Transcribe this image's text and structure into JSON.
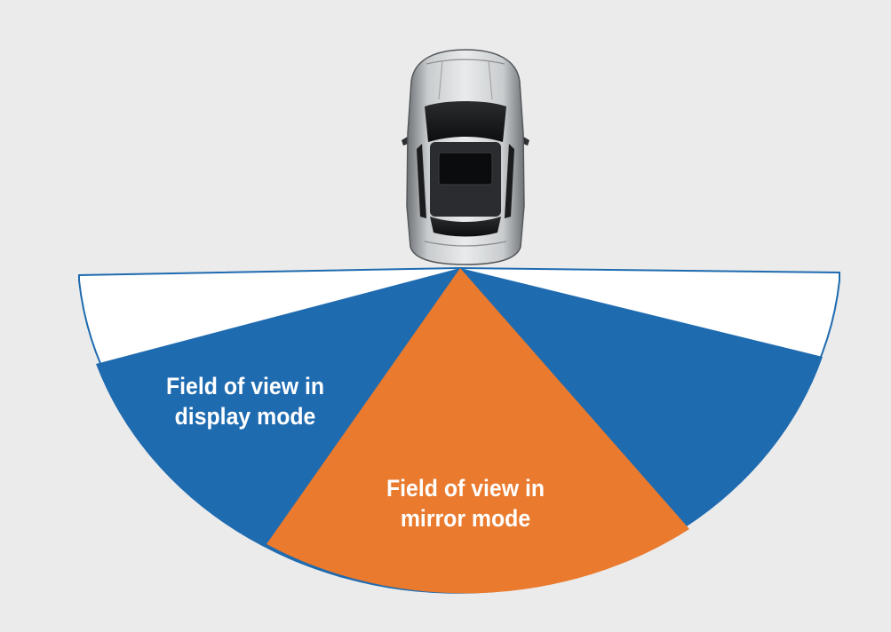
{
  "diagram": {
    "labels": {
      "display_mode": [
        "Field of view in",
        "display mode"
      ],
      "mirror_mode": [
        "Field of view in",
        "mirror mode"
      ]
    },
    "colors": {
      "background": "#ebebeb",
      "display_mode_fov": "#1f6bb0",
      "mirror_mode_fov": "#e97a2e",
      "max_range_fill": "#ffffff",
      "outline": "#1f6bb0",
      "car_body": "#8e9296"
    },
    "icons": {
      "vehicle": "car-top-view-icon"
    }
  }
}
